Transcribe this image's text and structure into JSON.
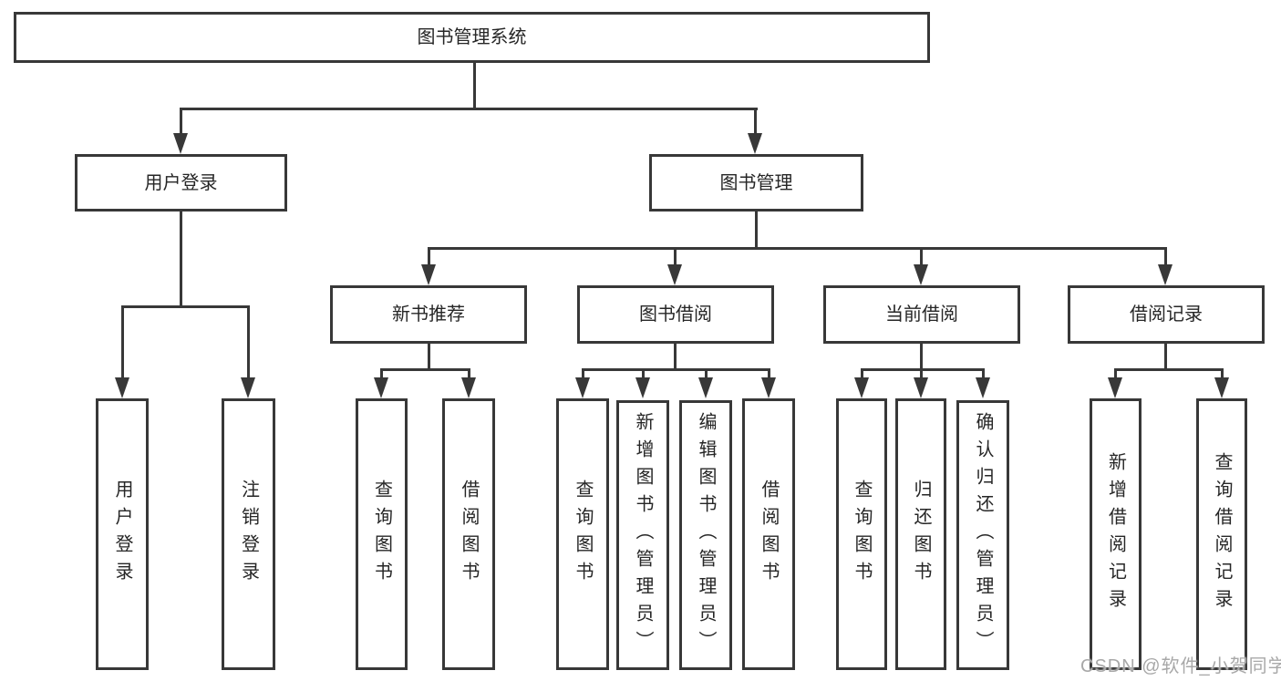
{
  "colors": {
    "line": "#383838",
    "text": "#262626",
    "watermark_text": "#a8a8a8",
    "background": "#ffffff"
  },
  "nodes": {
    "root": "图书管理系统",
    "user_login": "用户登录",
    "book_management": "图书管理",
    "new_book": "新书推荐",
    "book_borrow": "图书借阅",
    "current_borrow": "当前借阅",
    "borrow_record": "借阅记录",
    "leaves": {
      "user_login": "用户登录",
      "logout": "注销登录",
      "new_query": "查询图书",
      "new_borrow": "借阅图书",
      "borrow_query": "查询图书",
      "borrow_add": "新增图书（管理员）",
      "borrow_edit": "编辑图书（管理员）",
      "borrow_do": "借阅图书",
      "current_query": "查询图书",
      "current_return": "归还图书",
      "current_confirm": "确认归还（管理员）",
      "record_add": "新增借阅记录",
      "record_query": "查询借阅记录"
    }
  },
  "watermark": "CSDN @软件_小贺同学"
}
